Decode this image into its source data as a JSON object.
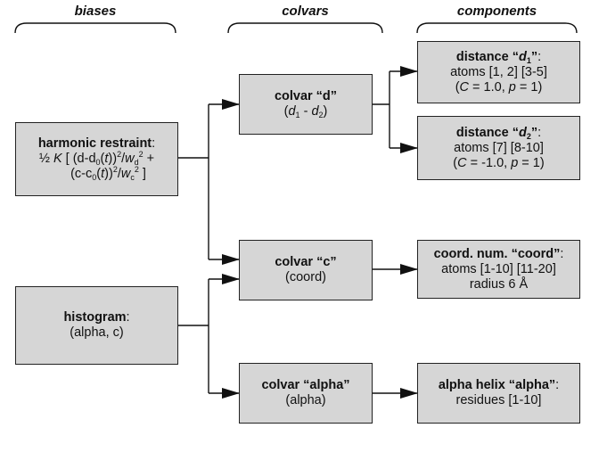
{
  "headers": {
    "biases": "biases",
    "colvars": "colvars",
    "components": "components"
  },
  "biases": {
    "harmonic": {
      "name": "harmonic restraint",
      "colon": ":"
    },
    "histogram": {
      "name": "histogram",
      "colon": ":",
      "args": "(alpha, c)"
    }
  },
  "colvars": {
    "d": {
      "title": "colvar “d”",
      "expr_open": "(",
      "d": "d",
      "minus": " - ",
      "close": ")",
      "sub1": "1",
      "sub2": "2"
    },
    "c": {
      "title": "colvar “c”",
      "args": "(coord)"
    },
    "alpha": {
      "title": "colvar “alpha”",
      "args": "(alpha)"
    }
  },
  "components": {
    "d1": {
      "title": "distance “",
      "d": "d",
      "sub": "1",
      "end": "”",
      "colon": ":",
      "atoms": "atoms [1, 2] [3-5]",
      "coef_open": "(",
      "C": "C",
      "c_val": " = 1.0, ",
      "p": "p",
      "p_val": " = 1)"
    },
    "d2": {
      "title": "distance “",
      "d": "d",
      "sub": "2",
      "end": "”",
      "colon": ":",
      "atoms": "atoms [7] [8-10]",
      "coef_open": "(",
      "C": "C",
      "c_val": " = -1.0, ",
      "p": "p",
      "p_val": " = 1)"
    },
    "coord": {
      "title": "coord. num. “coord”",
      "colon": ":",
      "atoms": "atoms [1-10] [11-20]",
      "radius": "radius 6 Å"
    },
    "alpha": {
      "title": "alpha helix “alpha”",
      "colon": ":",
      "residues": "residues [1-10]"
    }
  },
  "formula": {
    "half": "½ ",
    "K": "K",
    "open": " [ (d-d",
    "zero": "0",
    "t_open": "(",
    "t": "t",
    "t_close": ")",
    "sq_w": ")",
    "two": "2",
    "slash": "/",
    "w": "w",
    "d_sub": "d",
    "c_sub": "c",
    "plus": " +",
    "line2_start": "(c-c",
    "end": " ]"
  },
  "colors": {
    "box_fill": "#d6d6d6",
    "stroke": "#222222"
  }
}
